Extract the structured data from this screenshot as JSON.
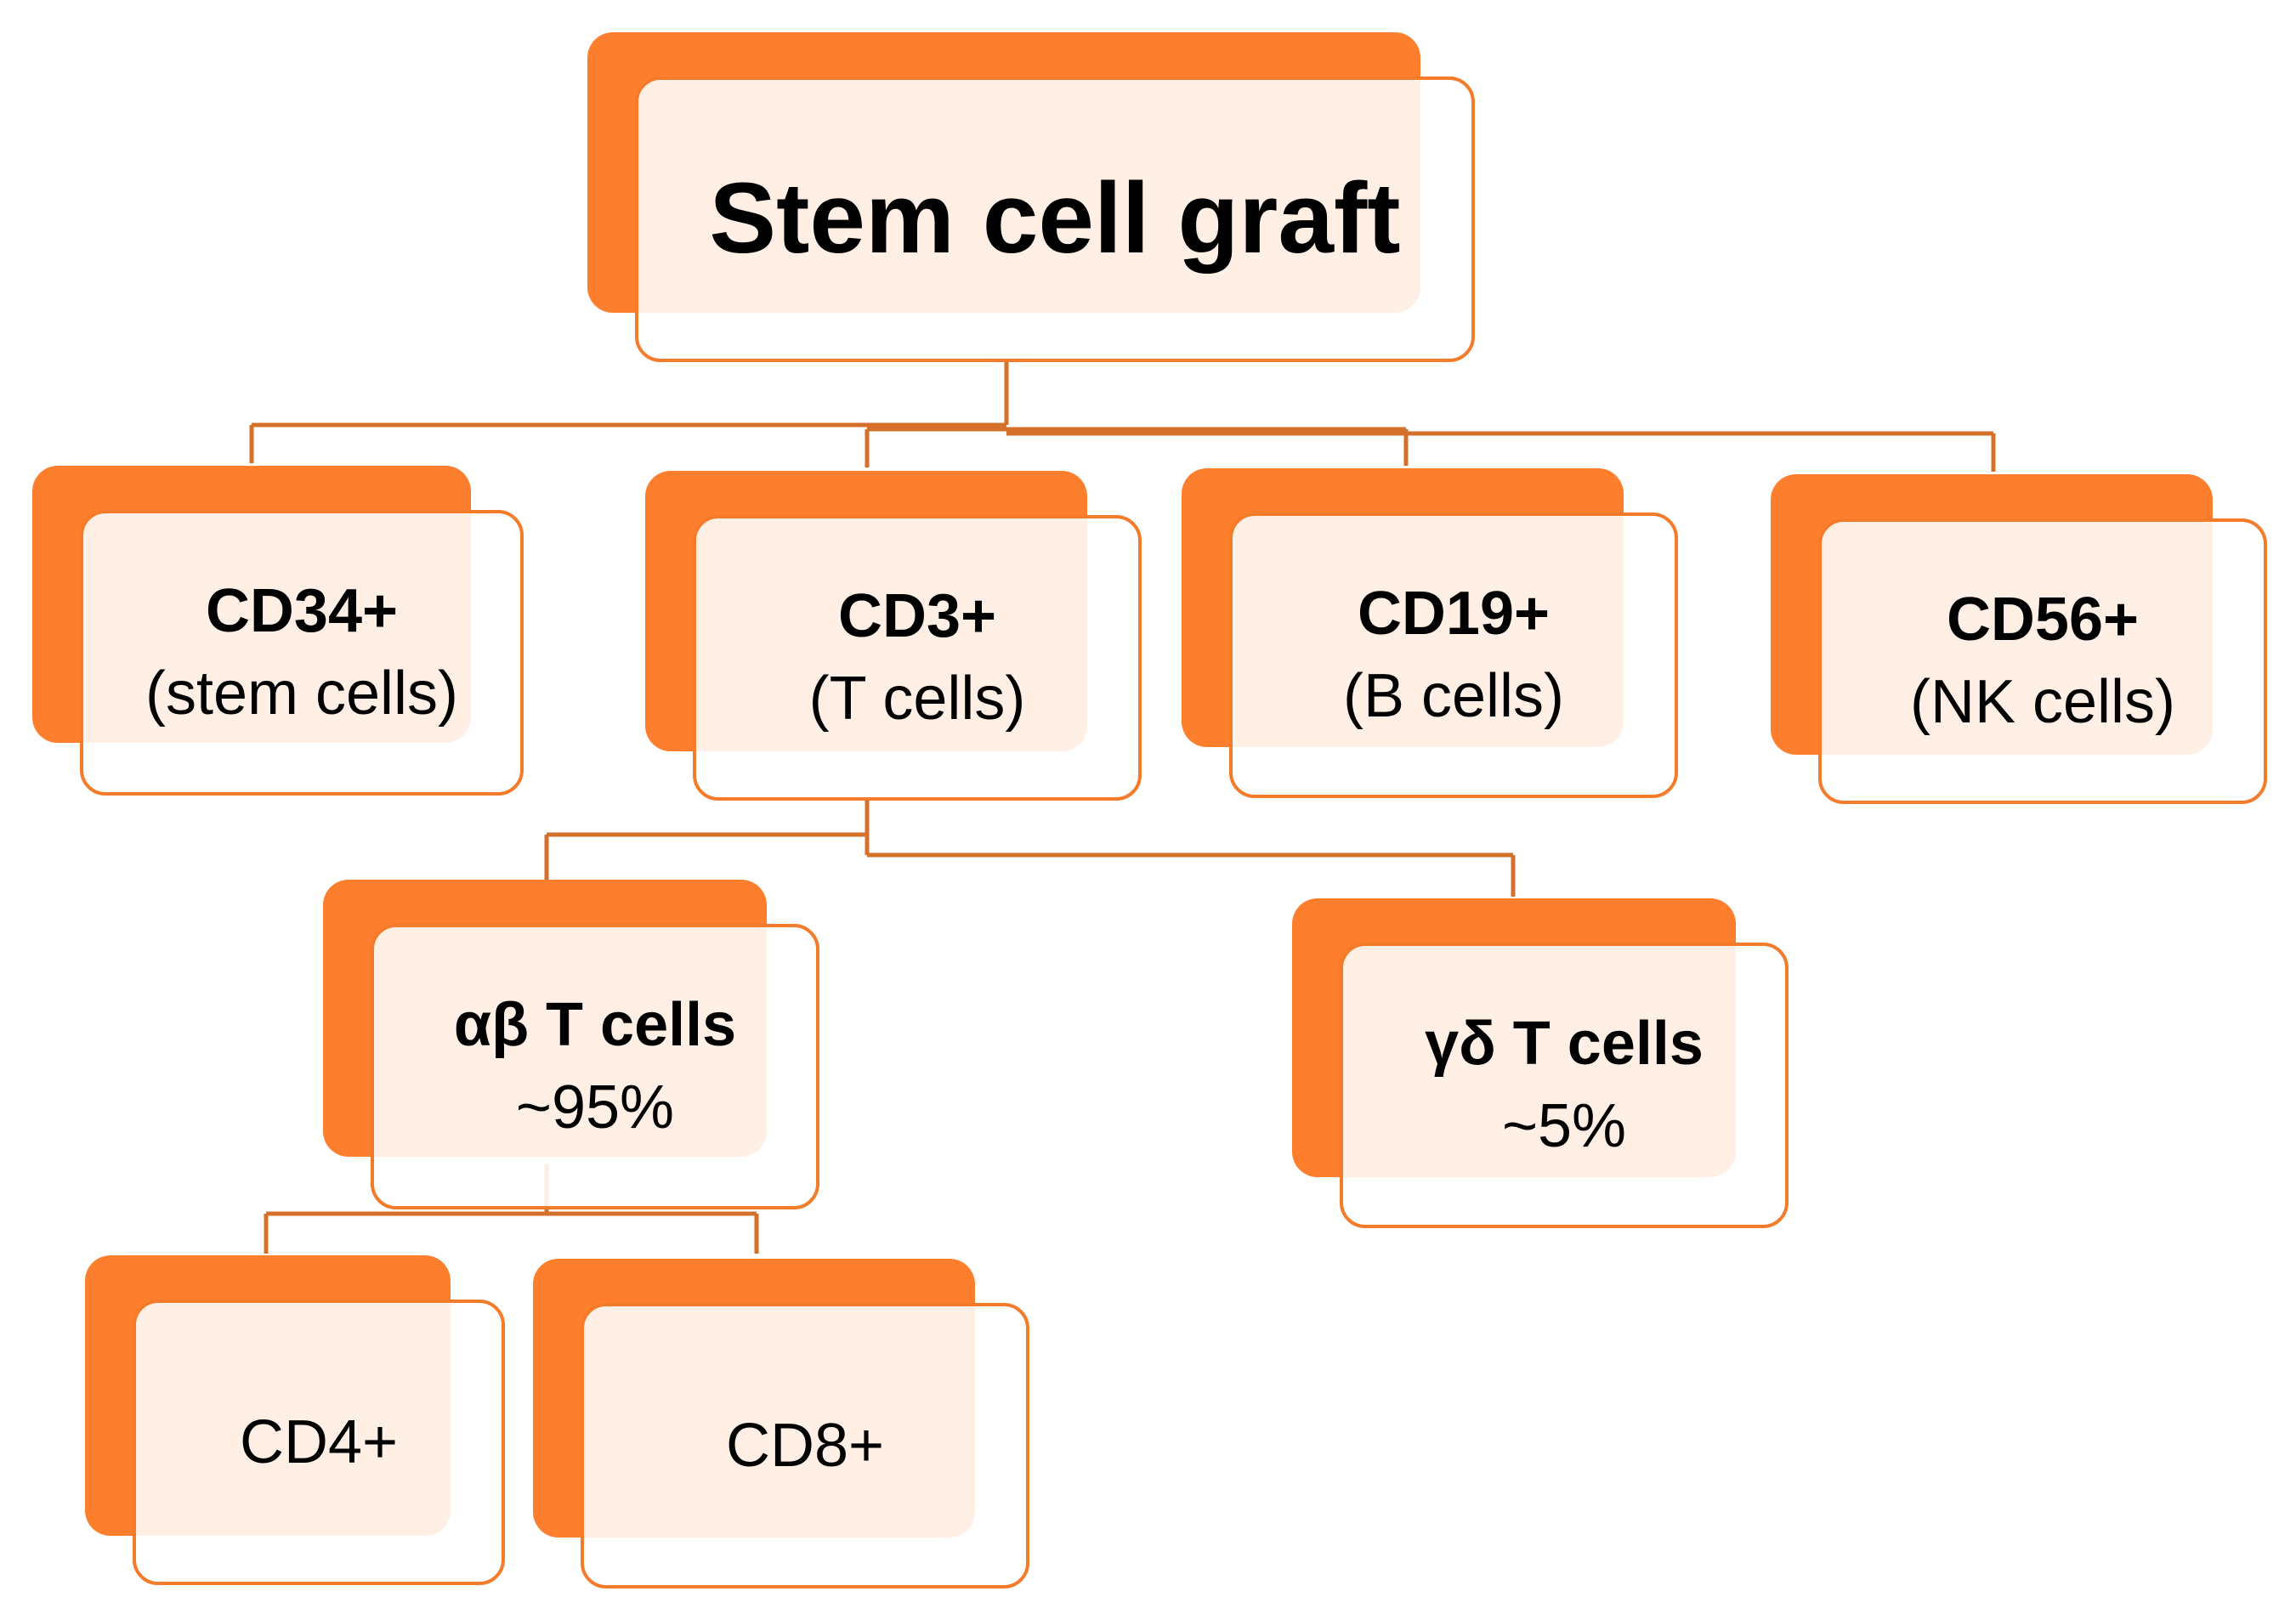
{
  "colors": {
    "accent": "#fd7e2c",
    "outline": "#f47b2a",
    "connector": "#d4702a",
    "text": "#000000"
  },
  "root": {
    "title": "Stem cell graft"
  },
  "level1": [
    {
      "title": "CD34+",
      "subtitle": "(stem cells)"
    },
    {
      "title": "CD3+",
      "subtitle": "(T cells)"
    },
    {
      "title": "CD19+",
      "subtitle": "(B cells)"
    },
    {
      "title": "CD56+",
      "subtitle": "(NK cells)"
    }
  ],
  "level2": [
    {
      "title": "αβ T cells",
      "subtitle": "~95%"
    },
    {
      "title": "γδ T cells",
      "subtitle": "~5%"
    }
  ],
  "level3": [
    {
      "label": "CD4+"
    },
    {
      "label": "CD8+"
    }
  ]
}
